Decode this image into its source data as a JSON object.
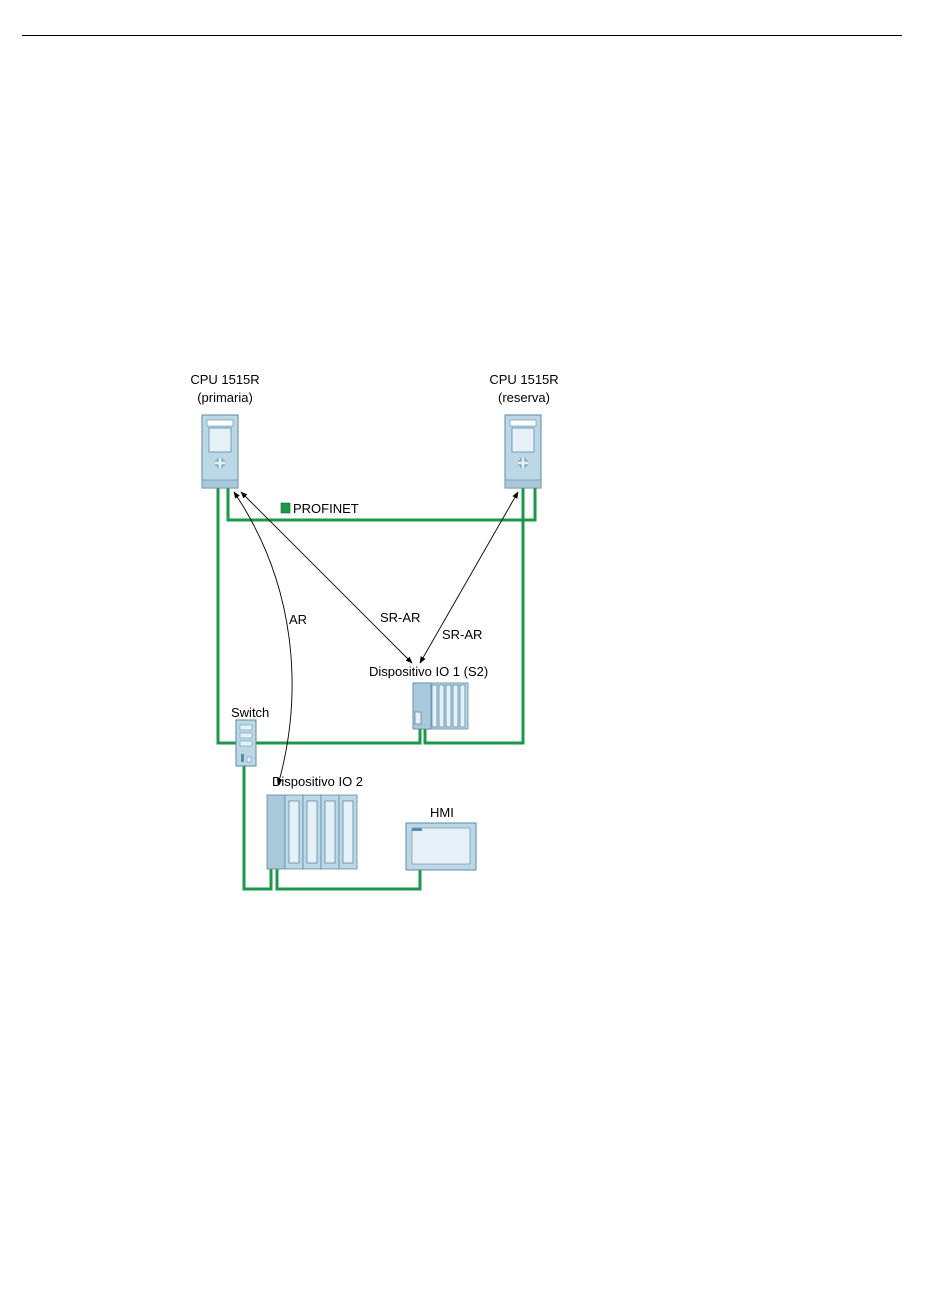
{
  "diagram": {
    "cpu_primary": {
      "name": "CPU 1515R",
      "role": "(primaria)"
    },
    "cpu_backup": {
      "name": "CPU 1515R",
      "role": "(reserva)"
    },
    "legend": {
      "label": "PROFINET",
      "color": "#1a9a48"
    },
    "connections": {
      "ar": "AR",
      "sr_ar_primary": "SR-AR",
      "sr_ar_backup": "SR-AR"
    },
    "devices": {
      "io_device_1": "Dispositivo IO 1 (S2)",
      "io_device_2": "Dispositivo IO 2",
      "switch": "Switch",
      "hmi": "HMI"
    },
    "colors": {
      "network": "#1a9a48",
      "device_fill": "#bcd7e6",
      "device_stroke": "#5b8aa6",
      "device_light": "#e6f1f7"
    }
  }
}
